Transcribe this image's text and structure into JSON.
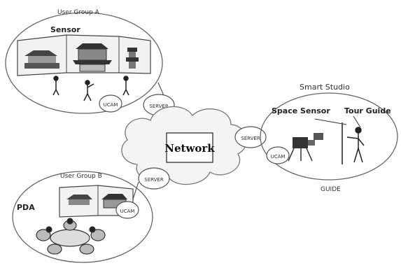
{
  "groups": {
    "a": {
      "title": "User Group A",
      "device": "Sensor"
    },
    "b": {
      "title": "User Group B",
      "device": "PDA"
    },
    "studio": {
      "title": "Smart Studio",
      "sensor": "Space Sensor",
      "guide": "Tour Guide",
      "caption": "GUIDE"
    }
  },
  "network": {
    "label": "Network"
  },
  "nodes": {
    "server_a": "SERVER",
    "server_b": "SERVER",
    "server_studio": "SERVER",
    "ucam_a": "UCAM",
    "ucam_b": "UCAM",
    "ucam_studio": "UCAM"
  }
}
